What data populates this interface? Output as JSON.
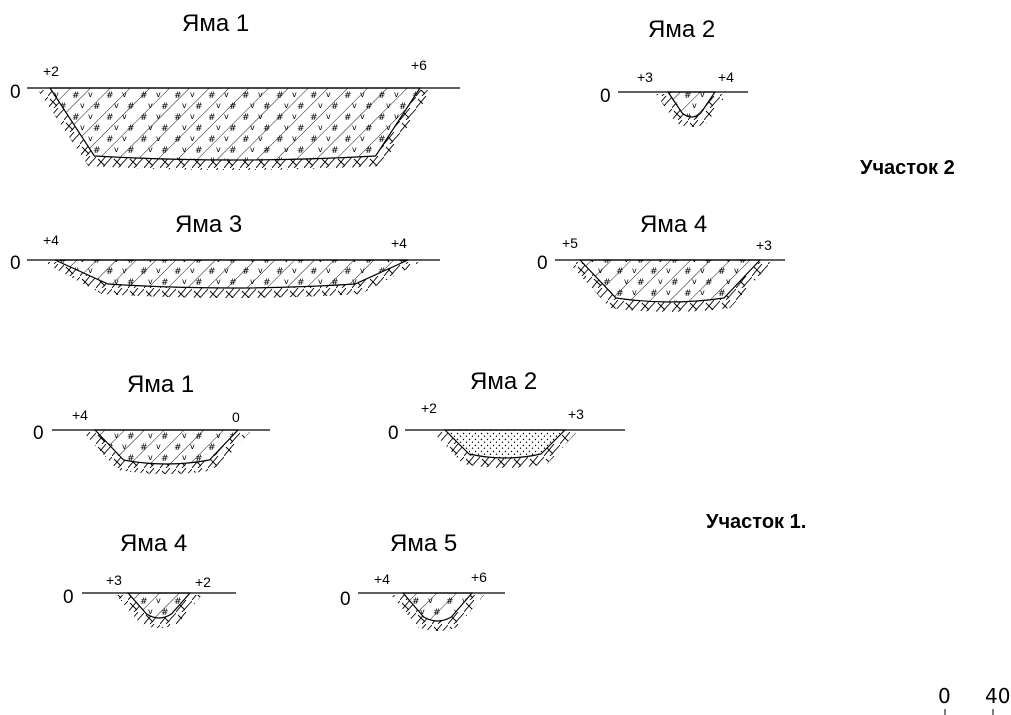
{
  "section2": {
    "label": "Участок 2",
    "pits": [
      {
        "title": "Яма 1",
        "zero": "0",
        "left_mark": "+2",
        "right_mark": "+6",
        "fill": "hatch"
      },
      {
        "title": "Яма 2",
        "zero": "0",
        "left_mark": "+3",
        "right_mark": "+4",
        "fill": "hatch"
      },
      {
        "title": "Яма 3",
        "zero": "0",
        "left_mark": "+4",
        "right_mark": "+4",
        "fill": "hatch"
      },
      {
        "title": "Яма 4",
        "zero": "0",
        "left_mark": "+5",
        "right_mark": "+3",
        "fill": "hatch"
      }
    ]
  },
  "section1": {
    "label": "Участок 1.",
    "pits": [
      {
        "title": "Яма 1",
        "zero": "0",
        "left_mark": "+4",
        "right_mark": "0",
        "fill": "hatch"
      },
      {
        "title": "Яма 2",
        "zero": "0",
        "left_mark": "+2",
        "right_mark": "+3",
        "fill": "dots"
      },
      {
        "title": "Яма 4",
        "zero": "0",
        "left_mark": "+3",
        "right_mark": "+2",
        "fill": "hatch"
      },
      {
        "title": "Яма 5",
        "zero": "0",
        "left_mark": "+4",
        "right_mark": "+6",
        "fill": "hatch"
      }
    ]
  },
  "scale": {
    "start": "0",
    "end": "40"
  }
}
